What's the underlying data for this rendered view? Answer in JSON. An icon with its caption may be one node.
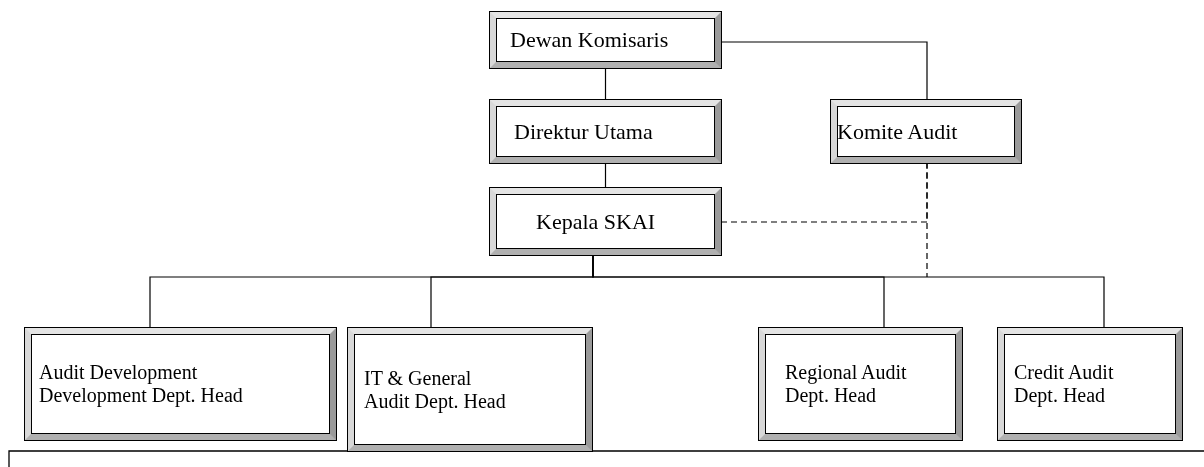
{
  "diagram": {
    "nodes": [
      {
        "text": [
          "Dewan Komisaris"
        ]
      },
      {
        "text": [
          "Direktur Utama"
        ]
      },
      {
        "text": [
          "Komite Audit"
        ]
      },
      {
        "text": [
          "Kepala SKAI"
        ]
      },
      {
        "text": [
          "Audit Development Development Dept. Head"
        ]
      },
      {
        "text": [
          "IT & General Audit Dept. Head"
        ]
      },
      {
        "text": [
          "Regional Audit Dept. Head"
        ]
      },
      {
        "text": [
          "Credit Audit Dept. Head"
        ]
      }
    ],
    "edges": [
      {
        "from": 0,
        "to": 1,
        "arrow": "none"
      },
      {
        "from": 0,
        "to": 2,
        "arrow": "none"
      },
      {
        "from": 1,
        "to": 3,
        "arrow": "none"
      },
      {
        "from": 3,
        "to": 2,
        "arrow": "none",
        "style": "dashed"
      },
      {
        "from": 2,
        "to": null,
        "arrow": "none",
        "style": "dashed"
      },
      {
        "from": 3,
        "to": 4,
        "arrow": "none"
      },
      {
        "from": 3,
        "to": 5,
        "arrow": "none"
      },
      {
        "from": 3,
        "to": 6,
        "arrow": "none"
      },
      {
        "from": 3,
        "to": 7,
        "arrow": "none"
      }
    ]
  }
}
